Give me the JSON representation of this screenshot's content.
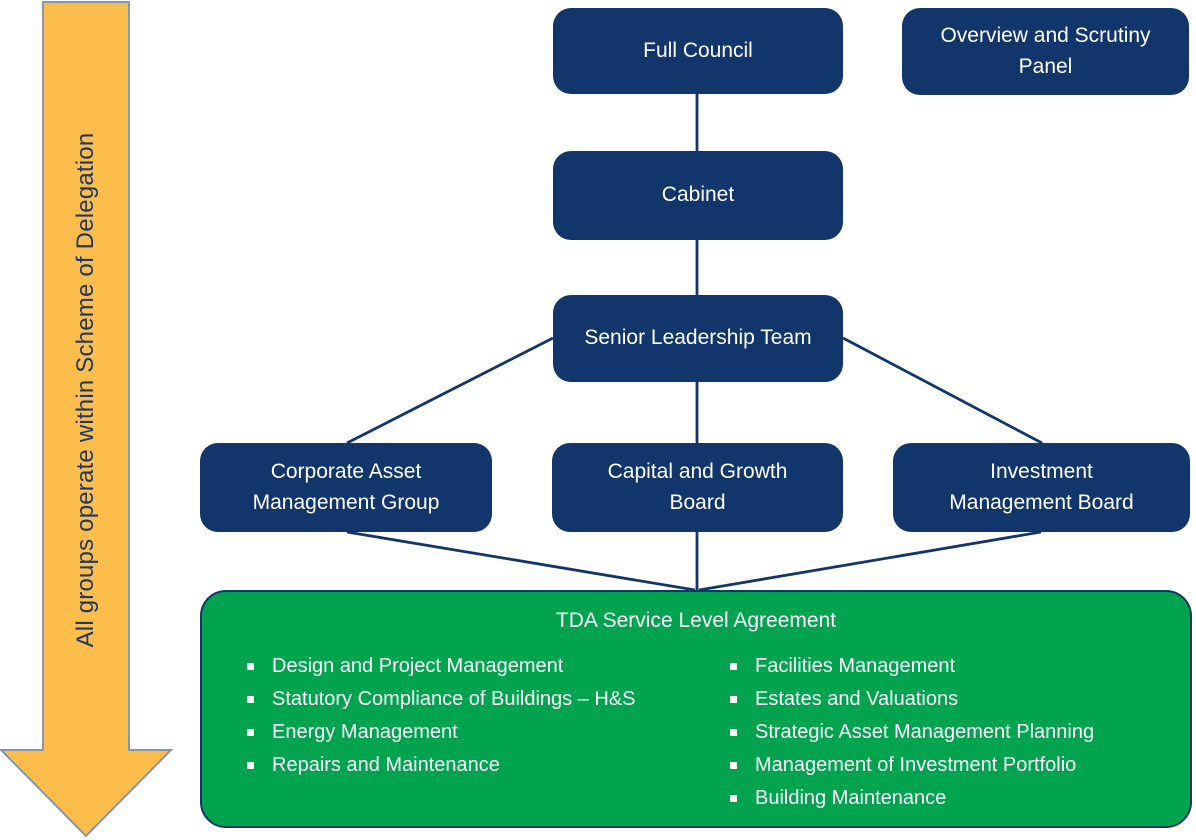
{
  "diagram": {
    "arrow": {
      "label": "All groups operate within Scheme of Delegation"
    },
    "nodes": {
      "full_council": "Full Council",
      "overview_scrutiny": "Overview and Scrutiny Panel",
      "cabinet": "Cabinet",
      "senior_leadership": "Senior Leadership Team",
      "corporate_asset": "Corporate Asset Management Group",
      "capital_growth": "Capital and Growth Board",
      "investment_mgmt": "Investment Management Board"
    },
    "sla": {
      "title": "TDA Service Level Agreement",
      "left_items": [
        "Design and Project Management",
        "Statutory Compliance of Buildings – H&S",
        "Energy Management",
        "Repairs and Maintenance"
      ],
      "right_items": [
        "Facilities Management",
        "Estates and Valuations",
        "Strategic Asset Management Planning",
        "Management of Investment Portfolio",
        "Building Maintenance"
      ]
    },
    "colors": {
      "navy": "#12356B",
      "green": "#00A44E",
      "gold": "#FCBD4A",
      "arrow_border": "#8496B0",
      "arrow_text": "#1F3864",
      "text_on_dark": "#FFFFFF"
    }
  }
}
